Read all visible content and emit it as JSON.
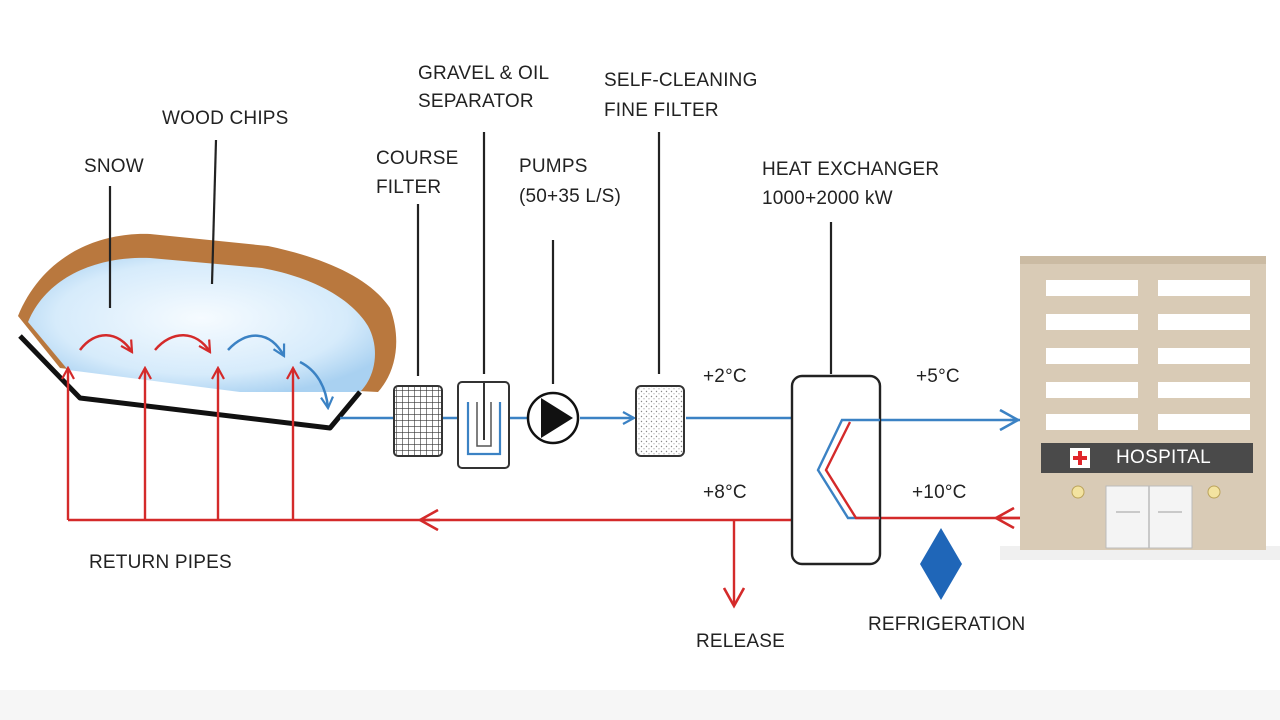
{
  "labels": {
    "snow": "SNOW",
    "wood_chips": "WOOD CHIPS",
    "course_filter_1": "COURSE",
    "course_filter_2": "FILTER",
    "gravel_1": "GRAVEL & OIL",
    "gravel_2": "SEPARATOR",
    "pumps_1": "PUMPS",
    "pumps_2": "(50+35 L/S)",
    "self_clean_1": "SELF-CLEANING",
    "self_clean_2": "FINE FILTER",
    "heat_ex_1": "HEAT EXCHANGER",
    "heat_ex_2": "1000+2000 kW",
    "temp_2": "+2°C",
    "temp_5": "+5°C",
    "temp_8": "+8°C",
    "temp_10": "+10°C",
    "hospital": "HOSPITAL",
    "return_pipes": "RETURN PIPES",
    "release": "RELEASE",
    "refrigeration": "REFRIGERATION"
  },
  "colors": {
    "cold_pipe": "#3b82c4",
    "warm_pipe": "#d42a2a",
    "wood_chips": "#b9783e",
    "snow": "#dbeefc",
    "building": "#d9cbb6",
    "refrigeration": "#1f66b8"
  },
  "icons": {
    "pump": "pump-icon",
    "hospital_cross": "red-cross-icon",
    "refrigeration": "diamond-icon"
  }
}
